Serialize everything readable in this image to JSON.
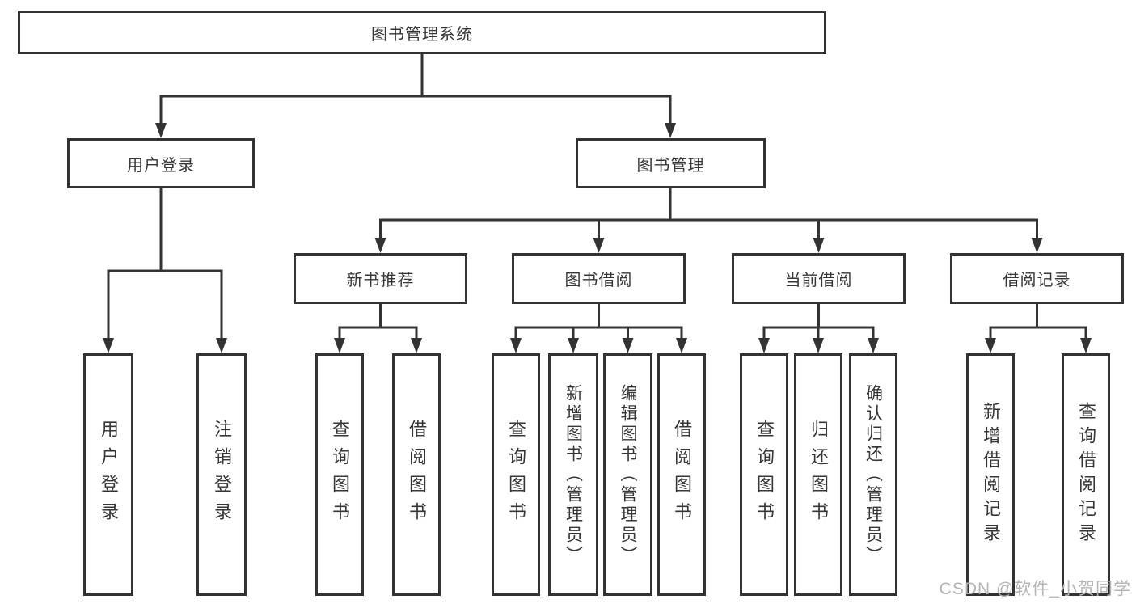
{
  "colors": {
    "line": "#333333",
    "border": "#333333",
    "text": "#363636",
    "watermark": "#b5b5b5",
    "background": "#ffffff"
  },
  "watermark": "CSDN @软件_小贺同学",
  "nodes": {
    "root": "图书管理系统",
    "l2": [
      "用户登录",
      "图书管理"
    ],
    "l3": [
      "新书推荐",
      "图书借阅",
      "当前借阅",
      "借阅记录"
    ],
    "leaves": [
      "用户登录",
      "注销登录",
      "查询图书",
      "借阅图书",
      "查询图书",
      "新增图书（管理员）",
      "编辑图书（管理员）",
      "借阅图书",
      "查询图书",
      "归还图书",
      "确认归还（管理员）",
      "新增借阅记录",
      "查询借阅记录"
    ]
  },
  "hierarchy": {
    "图书管理系统": [
      "用户登录",
      "图书管理"
    ],
    "用户登录": [
      "用户登录",
      "注销登录"
    ],
    "图书管理": [
      "新书推荐",
      "图书借阅",
      "当前借阅",
      "借阅记录"
    ],
    "新书推荐": [
      "查询图书",
      "借阅图书"
    ],
    "图书借阅": [
      "查询图书",
      "新增图书（管理员）",
      "编辑图书（管理员）",
      "借阅图书"
    ],
    "当前借阅": [
      "查询图书",
      "归还图书",
      "确认归还（管理员）"
    ],
    "借阅记录": [
      "新增借阅记录",
      "查询借阅记录"
    ]
  }
}
